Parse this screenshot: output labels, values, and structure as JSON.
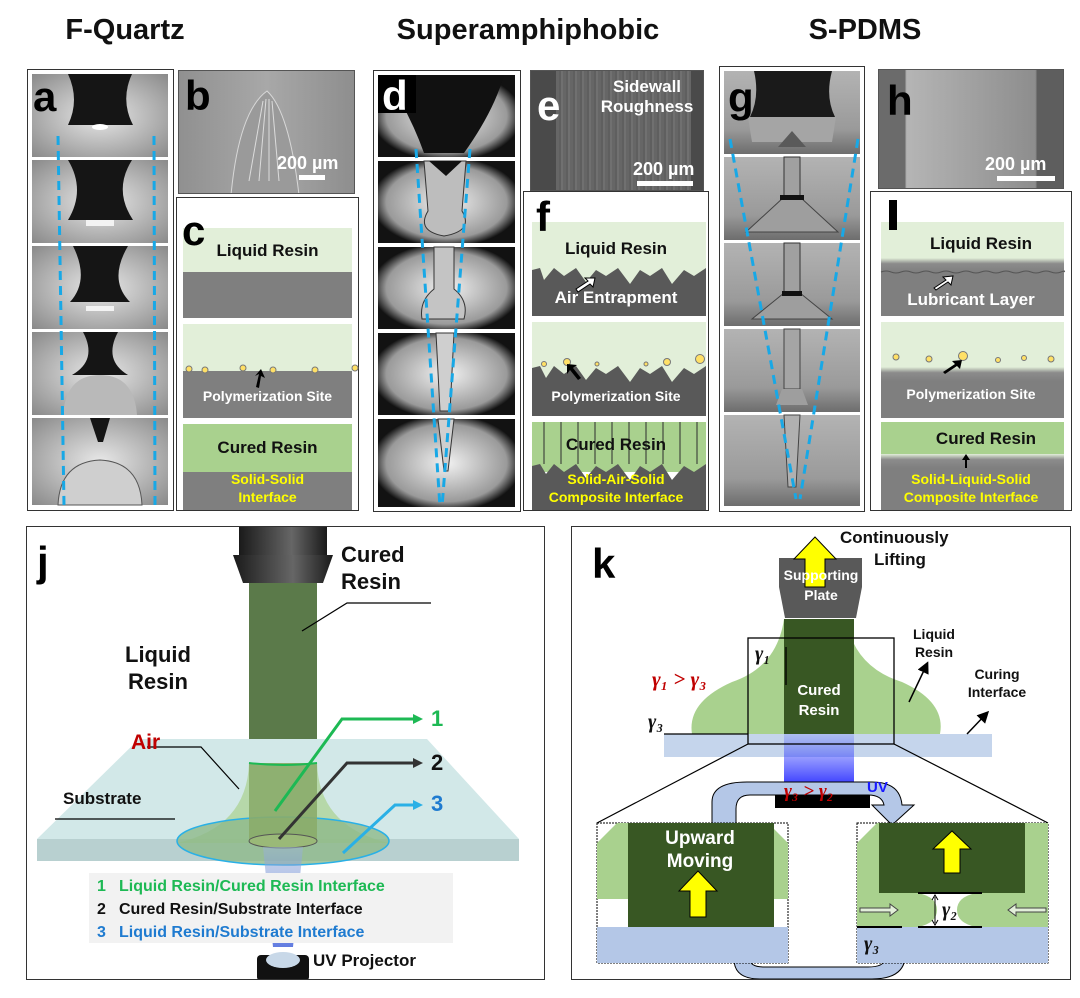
{
  "columns": [
    {
      "title": "F-Quartz"
    },
    {
      "title": "Superamphiphobic"
    },
    {
      "title": "S-PDMS"
    }
  ],
  "panels": {
    "a": {
      "label": "a",
      "frames": 5
    },
    "b": {
      "label": "b",
      "scale": "200 µm"
    },
    "c": {
      "label": "c",
      "liquid_resin": "Liquid Resin",
      "polymerization_site": "Polymerization Site",
      "cured_resin": "Cured Resin",
      "interface_line1": "Solid-Solid",
      "interface_line2": "Interface"
    },
    "d": {
      "label": "d",
      "frames": 5
    },
    "e": {
      "label": "e",
      "caption_line1": "Sidewall",
      "caption_line2": "Roughness",
      "scale": "200 µm"
    },
    "f": {
      "label": "f",
      "liquid_resin": "Liquid Resin",
      "air_entrapment": "Air Entrapment",
      "polymerization_site": "Polymerization Site",
      "cured_resin": "Cured Resin",
      "interface_line1": "Solid-Air-Solid",
      "interface_line2": "Composite Interface"
    },
    "g": {
      "label": "g",
      "frames": 5
    },
    "h": {
      "label": "h",
      "scale": "200 µm"
    },
    "i": {
      "label": "i",
      "liquid_resin": "Liquid Resin",
      "lubricant_layer": "Lubricant Layer",
      "polymerization_site": "Polymerization Site",
      "cured_resin": "Cured Resin",
      "interface_line1": "Solid-Liquid-Solid",
      "interface_line2": "Composite Interface"
    },
    "j": {
      "label": "j",
      "cured_resin_line1": "Cured",
      "cured_resin_line2": "Resin",
      "liquid_resin_line1": "Liquid",
      "liquid_resin_line2": "Resin",
      "air": "Air",
      "substrate": "Substrate",
      "uv_projector": "UV Projector",
      "callouts": [
        {
          "num": "1",
          "color": "#1db954"
        },
        {
          "num": "2",
          "color": "#111111"
        },
        {
          "num": "3",
          "color": "#1f7bd0"
        }
      ],
      "legend": [
        {
          "num": "1",
          "text": "Liquid Resin/Cured Resin Interface",
          "color": "#1db954"
        },
        {
          "num": "2",
          "text": "Cured Resin/Substrate Interface",
          "color": "#111111"
        },
        {
          "num": "3",
          "text": "Liquid Resin/Substrate Interface",
          "color": "#1f7bd0"
        }
      ]
    },
    "k": {
      "label": "k",
      "lifting_line1": "Continuously",
      "lifting_line2": "Lifting",
      "plate_line1": "Supporting",
      "plate_line2": "Plate",
      "liquid_resin_line1": "Liquid",
      "liquid_resin_line2": "Resin",
      "curing_line1": "Curing",
      "curing_line2": "Interface",
      "cured_line1": "Cured",
      "cured_line2": "Resin",
      "uv": "UV",
      "gamma1": "γ₁",
      "gamma2": "γ₂",
      "gamma3": "γ₃",
      "relation1": "γ₁ > γ₃",
      "relation2": "γ₃ > γ₂",
      "upward_line1": "Upward",
      "upward_line2": "Moving"
    }
  },
  "colors": {
    "dashed_guide": "#18a8e6",
    "liquid_resin": "#e2efd9",
    "cured_resin": "#a9d18e",
    "substrate_gray": "#7f7f7f",
    "dark_gray": "#595959",
    "highlight_yellow": "#ffff00",
    "relation_red": "#c00000",
    "dark_green": "#385723",
    "substrate_blue": "#b4c7e7"
  }
}
